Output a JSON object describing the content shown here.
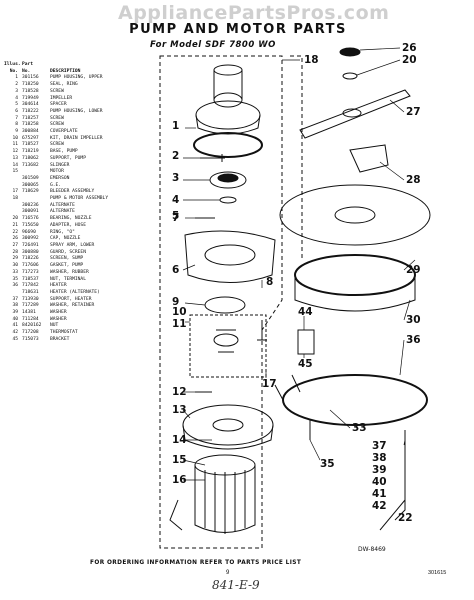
{
  "watermark": "AppliancePartsPros.com",
  "title": "PUMP AND MOTOR PARTS",
  "subtitle": "For Model SDF 7800 WO",
  "parts_table": {
    "headers": {
      "illus_line1": "Illus.",
      "part_line1": "Part",
      "illus_line2": "No.",
      "part_line2": "No.",
      "description": "DESCRIPTION"
    },
    "rows": [
      {
        "no": "1",
        "part": "301156",
        "desc": "PUMP HOUSING, UPPER"
      },
      {
        "no": "2",
        "part": "718250",
        "desc": "SEAL, RING"
      },
      {
        "no": "3",
        "part": "718528",
        "desc": "SCREW"
      },
      {
        "no": "4",
        "part": "719949",
        "desc": "IMPELLER"
      },
      {
        "no": "5",
        "part": "304614",
        "desc": "SPACER"
      },
      {
        "no": "6",
        "part": "718222",
        "desc": "PUMP HOUSING, LOWER"
      },
      {
        "no": "7",
        "part": "718257",
        "desc": "SCREW"
      },
      {
        "no": "8",
        "part": "718258",
        "desc": "SCREW"
      },
      {
        "no": "9",
        "part": "300884",
        "desc": "COVERPLATE"
      },
      {
        "no": "10",
        "part": "675297",
        "desc": "KIT, DRAIN IMPELLER"
      },
      {
        "no": "11",
        "part": "718527",
        "desc": "SCREW"
      },
      {
        "no": "12",
        "part": "718219",
        "desc": "BASE, PUMP"
      },
      {
        "no": "13",
        "part": "718062",
        "desc": "SUPPORT, PUMP"
      },
      {
        "no": "14",
        "part": "713682",
        "desc": "SLINGER"
      },
      {
        "no": "15",
        "part": "",
        "desc": "MOTOR"
      },
      {
        "no": "",
        "part": "301509",
        "desc": "EMERSON"
      },
      {
        "no": "",
        "part": "300065",
        "desc": "G.E."
      },
      {
        "no": "17",
        "part": "718629",
        "desc": "BLEEDER ASSEMBLY"
      },
      {
        "no": "18",
        "part": "",
        "desc": "PUMP & MOTOR ASSEMBLY"
      },
      {
        "no": "",
        "part": "300236",
        "desc": "ALTERNATE"
      },
      {
        "no": "",
        "part": "300091",
        "desc": "ALTERNATE"
      },
      {
        "no": "20",
        "part": "716576",
        "desc": "BEARING, NOZZLE"
      },
      {
        "no": "21",
        "part": "715650",
        "desc": "ADAPTER, HOSE"
      },
      {
        "no": "22",
        "part": "96690",
        "desc": "RING, \"O\""
      },
      {
        "no": "26",
        "part": "300992",
        "desc": "CAP, NOZZLE"
      },
      {
        "no": "27",
        "part": "726491",
        "desc": "SPRAY ARM, LOWER"
      },
      {
        "no": "28",
        "part": "300880",
        "desc": "GUARD, SCREEN"
      },
      {
        "no": "29",
        "part": "718226",
        "desc": "SCREEN, SUMP"
      },
      {
        "no": "30",
        "part": "717606",
        "desc": "GASKET, PUMP"
      },
      {
        "no": "33",
        "part": "717273",
        "desc": "WASHER, RUBBER"
      },
      {
        "no": "35",
        "part": "718537",
        "desc": "NUT, TERMINAL"
      },
      {
        "no": "36",
        "part": "717842",
        "desc": "HEATER"
      },
      {
        "no": "",
        "part": "718631",
        "desc": "HEATER (ALTERNATE)"
      },
      {
        "no": "37",
        "part": "713930",
        "desc": "SUPPORT, HEATER"
      },
      {
        "no": "38",
        "part": "717289",
        "desc": "WASHER, RETAINER"
      },
      {
        "no": "39",
        "part": "14381",
        "desc": "WASHER"
      },
      {
        "no": "40",
        "part": "711284",
        "desc": "WASHER"
      },
      {
        "no": "41",
        "part": "8420162",
        "desc": "NUT"
      },
      {
        "no": "42",
        "part": "717208",
        "desc": "THERMOSTAT"
      },
      {
        "no": "45",
        "part": "715073",
        "desc": "BRACKET"
      }
    ]
  },
  "callouts": [
    "18",
    "26",
    "20",
    "27",
    "28",
    "29",
    "30",
    "36",
    "44",
    "45",
    "33",
    "35",
    "37",
    "38",
    "39",
    "40",
    "41",
    "42",
    "22",
    "1",
    "2",
    "3",
    "4",
    "5",
    "6",
    "7",
    "8",
    "9",
    "10",
    "11",
    "12",
    "13",
    "14",
    "15",
    "16",
    "17"
  ],
  "drawing_number": "DW-8469",
  "footer_text": "FOR ORDERING INFORMATION REFER TO PARTS PRICE LIST",
  "page_number": "9",
  "doc_id": "301615",
  "handwriting": "841-E-9"
}
